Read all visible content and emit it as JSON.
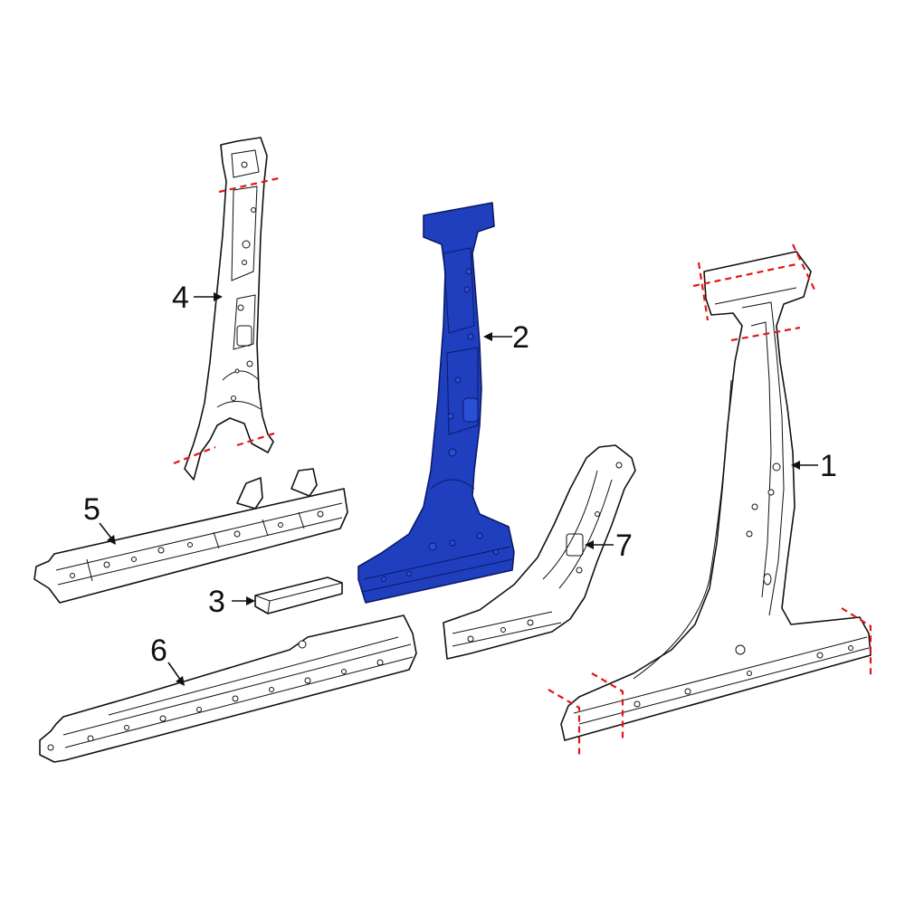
{
  "callouts": [
    {
      "id": "1",
      "label": "1"
    },
    {
      "id": "2",
      "label": "2"
    },
    {
      "id": "3",
      "label": "3"
    },
    {
      "id": "4",
      "label": "4"
    },
    {
      "id": "5",
      "label": "5"
    },
    {
      "id": "6",
      "label": "6"
    },
    {
      "id": "7",
      "label": "7"
    }
  ],
  "colors": {
    "highlight_part": "#1f3fbf",
    "cut_line": "#e01818",
    "outline": "#111111",
    "background": "#ffffff"
  }
}
